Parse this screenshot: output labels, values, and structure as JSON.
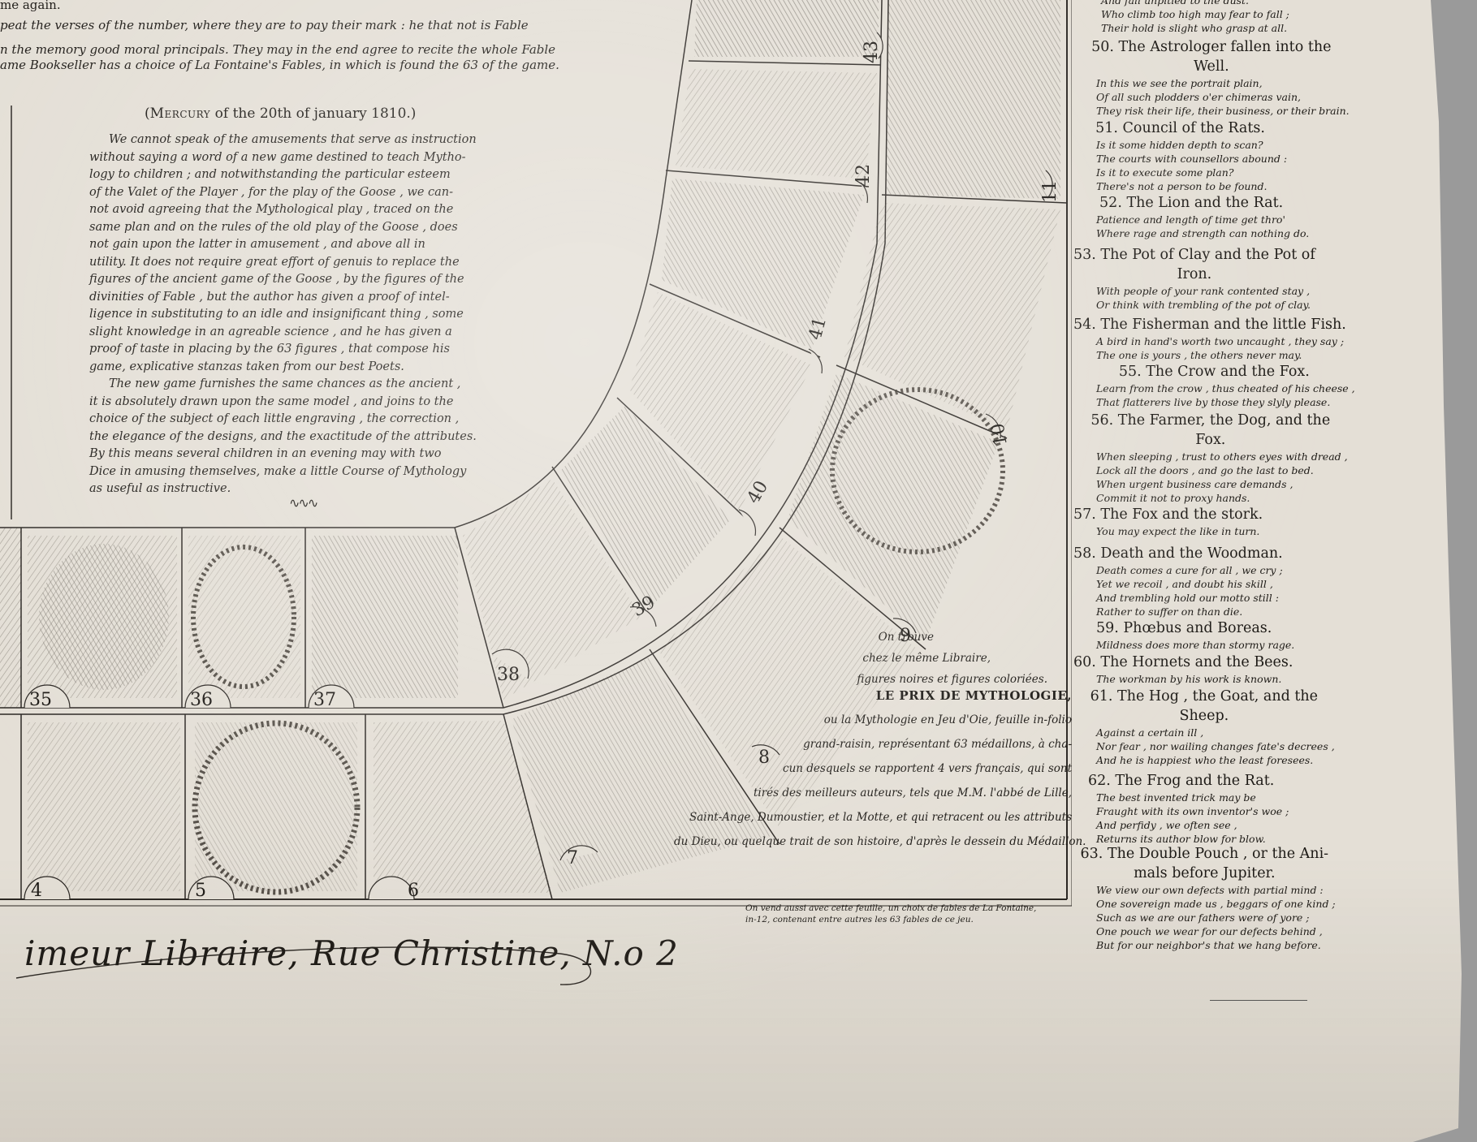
{
  "intro_lines": [
    "me again.",
    "peat the verses of the number, where they are to pay their mark : he that not is Fable",
    "n the memory good moral principals. They may in the end agree to recite the whole Fable",
    "ame Bookseller has a choice of La Fontaine's Fables, in which is found the 63 of the game."
  ],
  "mercury": {
    "title_prefix": "(",
    "title_caps": "Mercury",
    "title_rest": "of the 20th of january 1810.)",
    "lines": [
      "We cannot speak of the amusements that serve as instruction",
      "without saying a word of a new game destined to teach Mytho-",
      "logy to children ; and notwithstanding the particular esteem",
      "of the Valet of the Player , for the play of the Goose , we can-",
      "not avoid agreeing that the Mythological play , traced on the",
      "same plan and on the rules of the old play of the Goose , does",
      "not gain upon the latter in amusement , and above all in",
      "utility. It does not require great effort of genuis to replace the",
      "figures of the ancient game of the Goose , by the figures of the",
      "divinities of Fable , but the author has given a proof of intel-",
      "ligence in substituting to an idle and insignificant thing , some",
      "slight knowledge in an agreable science , and he has given a",
      "proof of taste in placing by the 63 figures , that compose his",
      "game, explicative stanzas taken from our best Poets.",
      "The new game furnishes the same chances as the ancient ,",
      "it is absolutely drawn upon the same model , and joins to the",
      "choice of the subject of each little engraving , the correction ,",
      "the elegance of the designs, and the exactitude of the attributes.",
      "By this means several children in an evening may with two",
      "Dice in amusing themselves, make a little Course of Mythology",
      "as useful as instructive."
    ]
  },
  "board_numbers": {
    "n35": "35",
    "n36": "36",
    "n37": "37",
    "n38": "38",
    "n39": "39",
    "n40": "40",
    "n41": "41",
    "n42": "42",
    "n43": "43",
    "n4": "4",
    "n5": "5",
    "n6": "6",
    "n7": "7",
    "n8": "8",
    "n9": "9",
    "n10": "10",
    "n11": "11"
  },
  "credits": {
    "l1": "On trouve",
    "l2": "chez le même Libraire,",
    "l3": "figures noires et figures coloriées.",
    "l4": "LE PRIX DE MYTHOLOGIE,",
    "l5": "ou la Mythologie en Jeu d'Oie, feuille in-folio",
    "l6": "grand-raisin, représentant 63 médaillons, à cha-",
    "l7": "cun desquels se rapportent 4 vers français, qui sont",
    "l8": "tirés des meilleurs auteurs, tels que M.M. l'abbé de Lille,",
    "l9": "Saint-Ange, Dumoustier, et la Motte, et qui retracent ou les attributs",
    "l10": "du Dieu, ou quelque trait de son histoire, d'après le dessein du Médaillon.",
    "note1": "On vend aussi avec cette feuille, un choix de fables de La Fontaine,",
    "note2": "in-12, contenant entre autres les 63 fables de ce jeu."
  },
  "imprint": "imeur Libraire, Rue Christine, N.o 2",
  "fables": [
    {
      "title": "",
      "verses": [
        "And fall unpitied to the dust.",
        "Who climb too high may fear to fall ;",
        "Their hold is slight who grasp at all."
      ]
    },
    {
      "title": "50. The Astrologer fallen into the",
      "title2": "Well.",
      "verses": [
        "In this we see the portrait plain,",
        "Of all such plodders o'er chimeras vain,",
        "They risk their life, their business, or their brain."
      ]
    },
    {
      "title": "51.      Council of the Rats.",
      "verses": [
        "Is it some hidden depth to scan?",
        "The courts with counsellors abound :",
        "Is it to execute some plan?",
        "There's not a person to be found."
      ]
    },
    {
      "title": "52.    The Lion and the Rat.",
      "verses": [
        "Patience and length of time get thro'",
        "Where rage and strength can nothing do."
      ]
    },
    {
      "title": "53. The Pot of Clay and the Pot of",
      "title2": "Iron.",
      "verses": [
        "With people of your rank contented stay ,",
        "Or think with trembling of the pot of clay."
      ]
    },
    {
      "title": "54. The Fisherman and the little Fish.",
      "verses": [
        "A bird in hand's worth two uncaught , they say ;",
        "The one is yours , the others never may."
      ]
    },
    {
      "title": "55.    The Crow and the Fox.",
      "verses": [
        "Learn from the crow , thus cheated of his cheese ,",
        "That flatterers live by those they slyly please."
      ]
    },
    {
      "title": "56. The Farmer, the Dog, and the",
      "title2": "Fox.",
      "verses": [
        "When sleeping , trust to others eyes with dread ,",
        "Lock all the doors , and go the last to bed.",
        "When urgent business care demands ,",
        "Commit it not to proxy hands."
      ]
    },
    {
      "title": "57.    The Fox and the stork.",
      "verses": [
        "You may expect the like in turn."
      ]
    },
    {
      "title": "58.   Death and the Woodman.",
      "verses": [
        "Death comes a cure for all , we cry ;",
        "Yet we recoil , and doubt his skill ,",
        "And trembling hold our motto still :",
        "Rather to suffer on than die."
      ]
    },
    {
      "title": "59.       Phœbus and Boreas.",
      "verses": [
        "Mildness does more than stormy rage."
      ]
    },
    {
      "title": "60.   The Hornets and the Bees.",
      "verses": [
        "The workman by his work is known."
      ]
    },
    {
      "title": "61. The Hog , the Goat, and the",
      "title2": "Sheep.",
      "verses": [
        "Against a certain ill ,",
        "Nor fear , nor wailing changes fate's decrees ,",
        "And he is happiest who the least foresees."
      ]
    },
    {
      "title": "62.    The Frog and the Rat.",
      "verses": [
        "The best invented trick may be",
        "Fraught with its own inventor's woe ;",
        "And perfidy , we often see ,",
        "Returns its author blow for blow."
      ]
    },
    {
      "title": "63. The Double Pouch , or the Ani-",
      "title2": "mals before Jupiter.",
      "verses": [
        "We view our own defects with partial mind :",
        "One sovereign made us , beggars of one kind ;",
        "Such as we are our fathers were of yore ;",
        "One pouch we wear for our defects behind ,",
        "But for our neighbor's that we hang before."
      ]
    }
  ],
  "colors": {
    "paper": "#e4dfd6",
    "ink": "#1d1a16",
    "engraving_bg": "#cfc8bb"
  }
}
